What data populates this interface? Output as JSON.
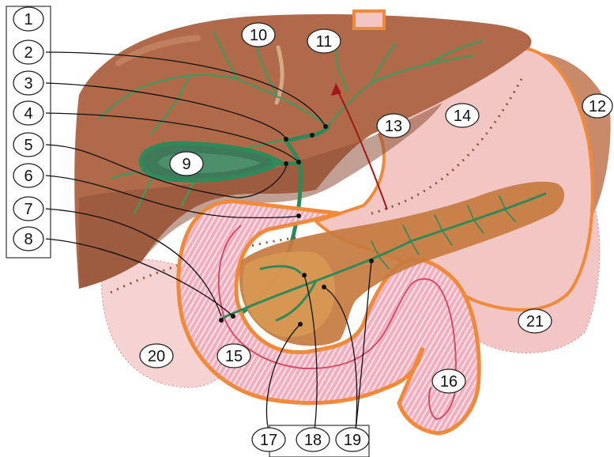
{
  "diagram": {
    "labels": [
      "1",
      "2",
      "3",
      "4",
      "5",
      "6",
      "7",
      "8",
      "9",
      "10",
      "11",
      "12",
      "13",
      "14",
      "15",
      "16",
      "17",
      "18",
      "19",
      "20",
      "21"
    ],
    "colors": {
      "liver": "#b06a4a",
      "liver_shadow": "#8e5038",
      "gallbladder": "#3e7a5a",
      "bile_duct": "#2f8a5a",
      "stomach_outline": "#f08a3a",
      "pancreas": "#c67b3f",
      "duodenum": "#e58aa0",
      "duodenum_rim": "#d14e68",
      "spleen": "#c98a6a",
      "peritoneum": "#f3c9c9",
      "leader": "#111111",
      "arrow": "#a01818"
    }
  }
}
